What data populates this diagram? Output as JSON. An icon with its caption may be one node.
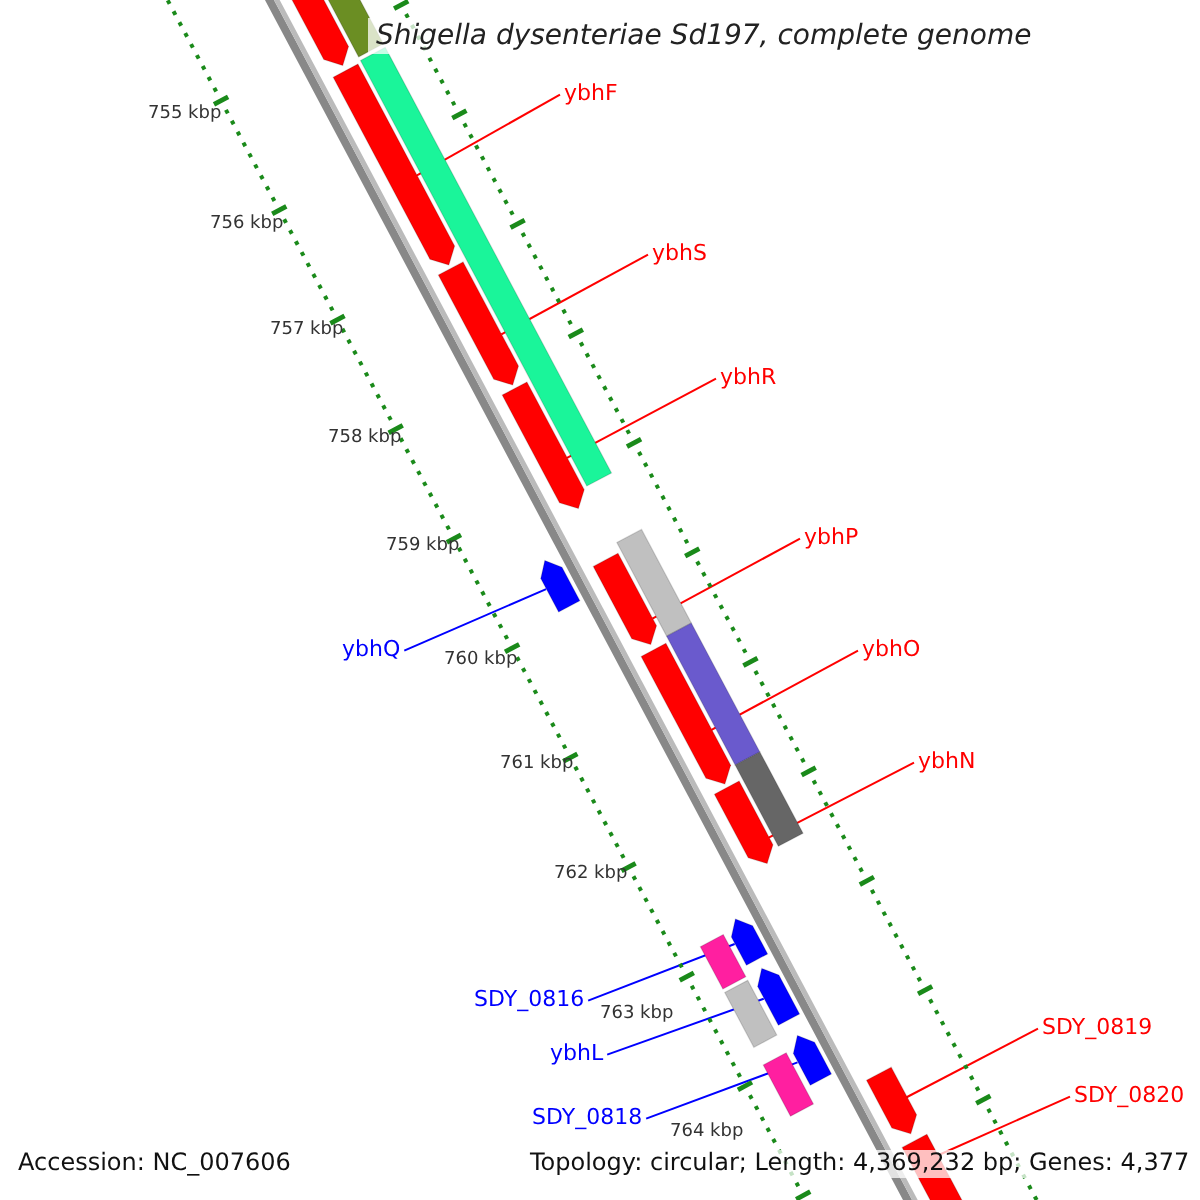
{
  "diagram": {
    "title": "Shigella dysenteriae Sd197, complete genome",
    "nodes": [
      {
        "text": [
          "ybhF"
        ]
      },
      {
        "text": [
          "ybhS"
        ]
      },
      {
        "text": [
          "ybhR"
        ]
      },
      {
        "text": [
          "ybhP"
        ]
      },
      {
        "text": [
          "ybhQ"
        ]
      },
      {
        "text": [
          "ybhO"
        ]
      },
      {
        "text": [
          "ybhN"
        ]
      },
      {
        "text": [
          "SDY_0816"
        ]
      },
      {
        "text": [
          "ybhL"
        ]
      },
      {
        "text": [
          "SDY_0819"
        ]
      },
      {
        "text": [
          "SDY_0818"
        ]
      },
      {
        "text": [
          "SDY_0820"
        ]
      },
      {
        "text": [],
        "shape": "arrow"
      },
      {
        "text": [],
        "shape": "arrow"
      },
      {
        "text": [],
        "shape": "arrow"
      },
      {
        "text": [],
        "shape": "arrow"
      },
      {
        "text": [],
        "shape": "arrow"
      },
      {
        "text": [],
        "shape": "arrow"
      },
      {
        "text": [],
        "shape": "arrow"
      },
      {
        "text": [],
        "shape": "arrow"
      },
      {
        "text": [],
        "shape": "arrow"
      },
      {
        "text": [],
        "shape": "arrow"
      },
      {
        "text": [],
        "shape": "arrow"
      },
      {
        "text": [],
        "shape": "arrow"
      },
      {
        "text": [],
        "shape": "arrow"
      }
    ],
    "edges": [
      {
        "from": 0,
        "to": 13,
        "arrow": "none"
      },
      {
        "from": 1,
        "to": 14,
        "arrow": "none"
      },
      {
        "from": 2,
        "to": 15,
        "arrow": "none"
      },
      {
        "from": 3,
        "to": 17,
        "arrow": "none"
      },
      {
        "from": 4,
        "to": 16,
        "arrow": "none",
        "color": "#0000ff"
      },
      {
        "from": 5,
        "to": 18,
        "arrow": "none"
      },
      {
        "from": 6,
        "to": 19,
        "arrow": "none"
      },
      {
        "from": 7,
        "to": 20,
        "arrow": "none",
        "color": "#0000ff"
      },
      {
        "from": 8,
        "to": 21,
        "arrow": "none",
        "color": "#0000ff"
      },
      {
        "from": 9,
        "to": 23,
        "arrow": "none"
      },
      {
        "from": 10,
        "to": 22,
        "arrow": "none",
        "color": "#0000ff"
      },
      {
        "from": 11,
        "to": 24,
        "arrow": "none"
      }
    ],
    "labels": [
      "755 kbp",
      "756 kbp",
      "757 kbp",
      "758 kbp",
      "759 kbp",
      "760 kbp",
      "761 kbp",
      "762 kbp",
      "763 kbp",
      "764 kbp",
      "Accession: NC_007606",
      "Topology: circular; Length: 4,369,232 bp; Genes: 4,377"
    ]
  }
}
